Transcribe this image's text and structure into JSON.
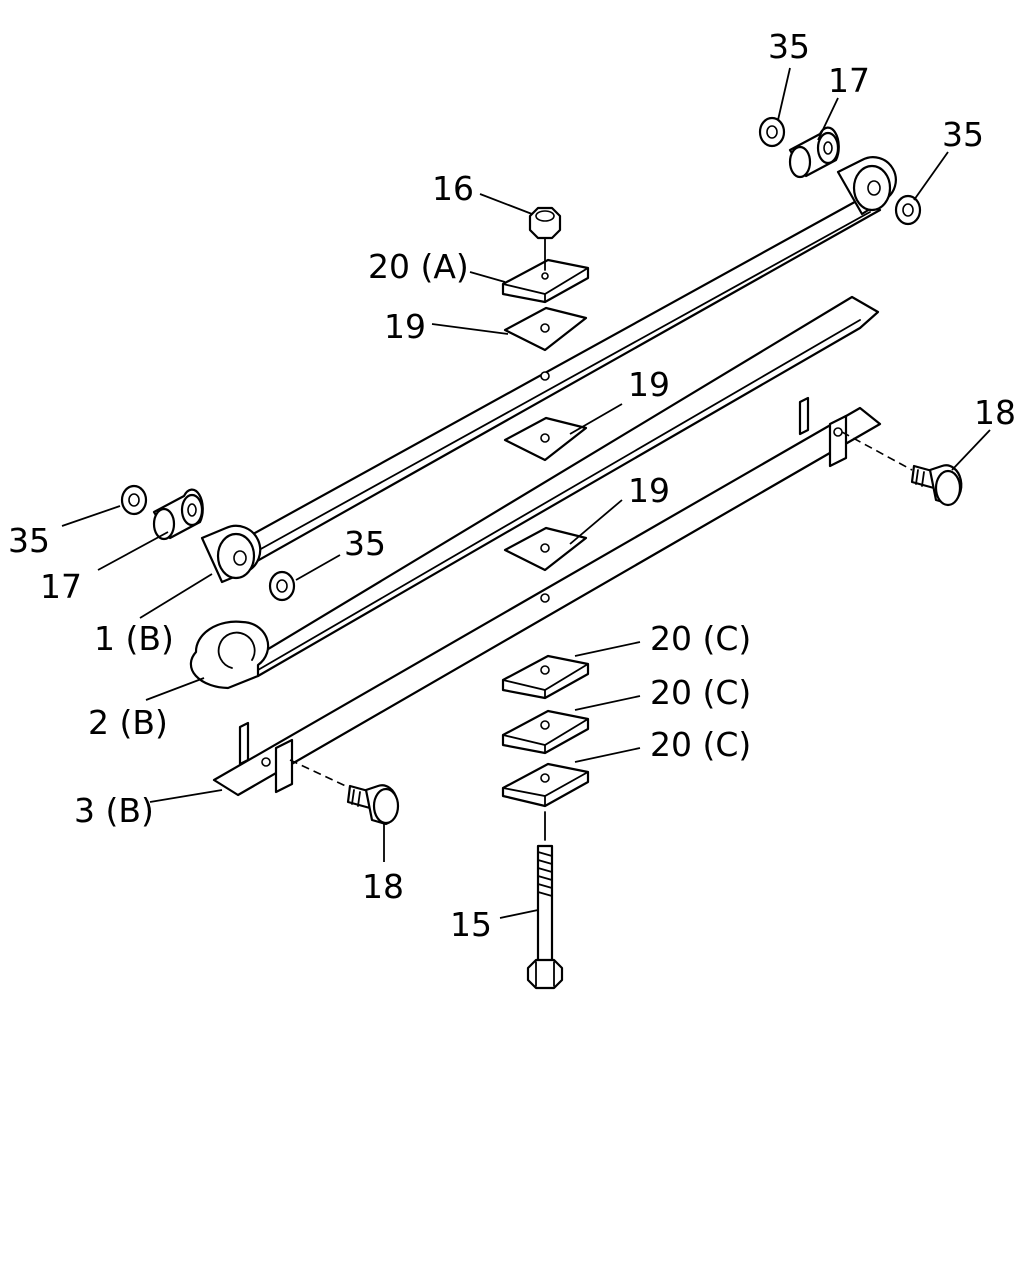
{
  "callouts": {
    "c35_top": "35",
    "c17_top": "17",
    "c35_top_right": "35",
    "c16": "16",
    "c20a": "20 (A)",
    "c19_top": "19",
    "c19_mid": "19",
    "c19_low": "19",
    "c18_right": "18",
    "c35_left": "35",
    "c17_left": "17",
    "c35_mid": "35",
    "c1b": "1 (B)",
    "c2b": "2 (B)",
    "c20c_1": "20 (C)",
    "c20c_2": "20 (C)",
    "c20c_3": "20 (C)",
    "c3b": "3 (B)",
    "c18_bottom": "18",
    "c15": "15"
  },
  "colors": {
    "line": "#000000",
    "background": "#ffffff"
  }
}
